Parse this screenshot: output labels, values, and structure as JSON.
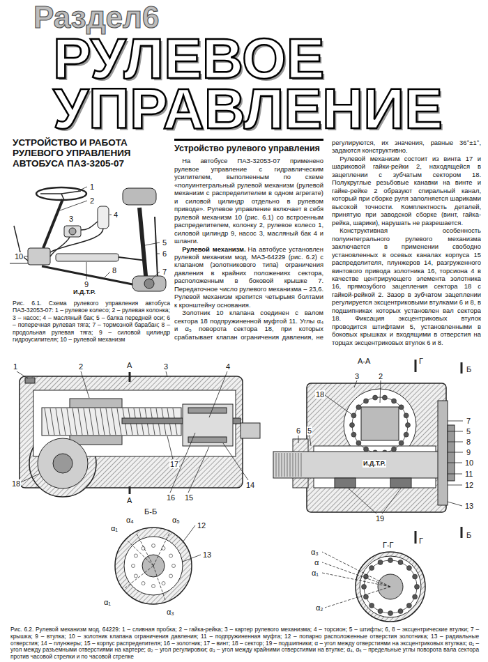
{
  "diagram": {
    "title": "РУЛЕВОЕ УПРАВЛЕНИЕ",
    "caption": "Рис. 6.2. Рулевой механизм мод. 64229: 1 – сливная пробка; 2 – гайка-рейка; 3 – картер рулевого механизма; 4 – торсион; 5 – штифты; 6, 8 – эксцентрические втулки; 7 – крышка; 9 – втулка; 10 – золотник клапана ограничения давления; 11 – подпружиненная муфта; 12 – попарно расположенные отверстия золотника; 13 – радиальные отверстия; 14 – плунжеры; 15 – корпус распределителя; 16 – золотник; 17 – винт; 18 – сектор; 19 – подшипники; α – угол между отверстиями на эксцентриковых втулках; α₁ – угол между разъемными отверстиями на картере; α₂ – угол регулировки; α₃ – угол между крайними отверстиями на втулке; α₄, α₅ – предельные углы поворота вала сектора против часовой стрелки и по часовой стрелке",
    "labels": [
      "Раздел6",
      "УСТРОЙСТВО И РАБОТА РУЛЕВОГО УПРАВЛЕНИЯ АВТОБУСА ПАЗ-3205-07",
      "Устройство рулевого управления",
      "На автобусе ПАЗ-32053-07 применено рулевое управление с гидравлическим усилителем, выполненным по схеме «полуинтегральный рулевой механизм (рулевой механизм с распределителем в одном агрегате) и силовой цилиндр отдельно в рулевом приводе». Рулевое управление включает в себя рулевой механизм 10 (рис. 6.1) со встроенным распределителем, колонку 2, рулевое колесо 1, силовой цилиндр 9, насос 3, масляный бак 4 и шланги.",
      "Рулевой механизм.",
      "На автобусе установлен рулевой механизм мод. МАЗ-64229 (рис. 6.2) с клапаном (золотникового типа) ограничения давления в крайних положениях сектора, расположенным в боковой крышке 7. Передаточное число рулевого механизма – 23,6. Рулевой механизм крепится четырьмя болтами к кронштейну основания.",
      "Золотник 10 клапана соединен с валом сектора 18 подпружиненной муфтой 11. Углы α₄ и α₅ поворота сектора 18, при которых срабатывает клапан ограничения давления, не регулируются, их значения, равные 36°±1°, задаются конструктивно.",
      "Рулевой механизм состоит из винта 17 и шариковой гайки-рейки 2, находящейся в зацеплении с зубчатым сектором 18. Полукруглые резьбовые канавки на винте и гайке-рейке 2 образуют спиральный канал, который при сборке руля заполняется шариками высокой точности. Комплектность деталей, принятую при заводской сборке (винт, гайка-рейка, шарики), нарушать не разрешается.",
      "Конструктивная особенность полуинтегрального рулевого механизма заключается в применении свободно установленных в осевых каналах корпуса 15 распределителя, плунжеров 14, разгруженного винтового привода золотника 16, торсиона 4 в качестве центрирующего элемента золотника 16, прямозубого зацепления сектора 18 с гайкой-рейкой 2. Зазор в зубчатом зацеплении регулируется эксцентриковыми втулками 6 и 8, в подшипниках которых установлен вал сектора 18. Фиксация эксцентриковых втулок проводится штифтами 5, установленными в боковых крышках и входящими в отверстия на торцах эксцентриковых втулок 6 и 8.",
      "Рис. 6.1. Схема рулевого управления автобуса ПАЗ-32053-07: 1 – рулевое колесо; 2 – рулевая колонка; 3 – насос; 4 – масляный бак; 5 – балка передней оси; 6 – поперечная рулевая тяга; 7 – тормозной барабан; 8 – продольная рулевая тяга; 9 – силовой цилиндр гидроусилителя; 10 – рулевой механизм",
      "1",
      "2",
      "3",
      "4",
      "5",
      "6",
      "7",
      "8",
      "9",
      "10",
      "И.Д.Т.Р.",
      "1",
      "2",
      "А",
      "3",
      "4",
      "18",
      "17",
      "16",
      "15",
      "14",
      "А",
      "А-А",
      "Г",
      "Б",
      "3",
      "2",
      "18",
      "7",
      "5",
      "8",
      "9",
      "10",
      "11",
      "12",
      "13",
      "6",
      "5",
      "И.Д.Т.Р.",
      "19",
      "Б",
      "Г",
      "Б-Б",
      "α₁",
      "α₄",
      "α₅",
      "12",
      "13",
      "α₁",
      "α₃",
      "Г-Г",
      "α₃",
      "α",
      "α₁",
      "α₂"
    ]
  }
}
